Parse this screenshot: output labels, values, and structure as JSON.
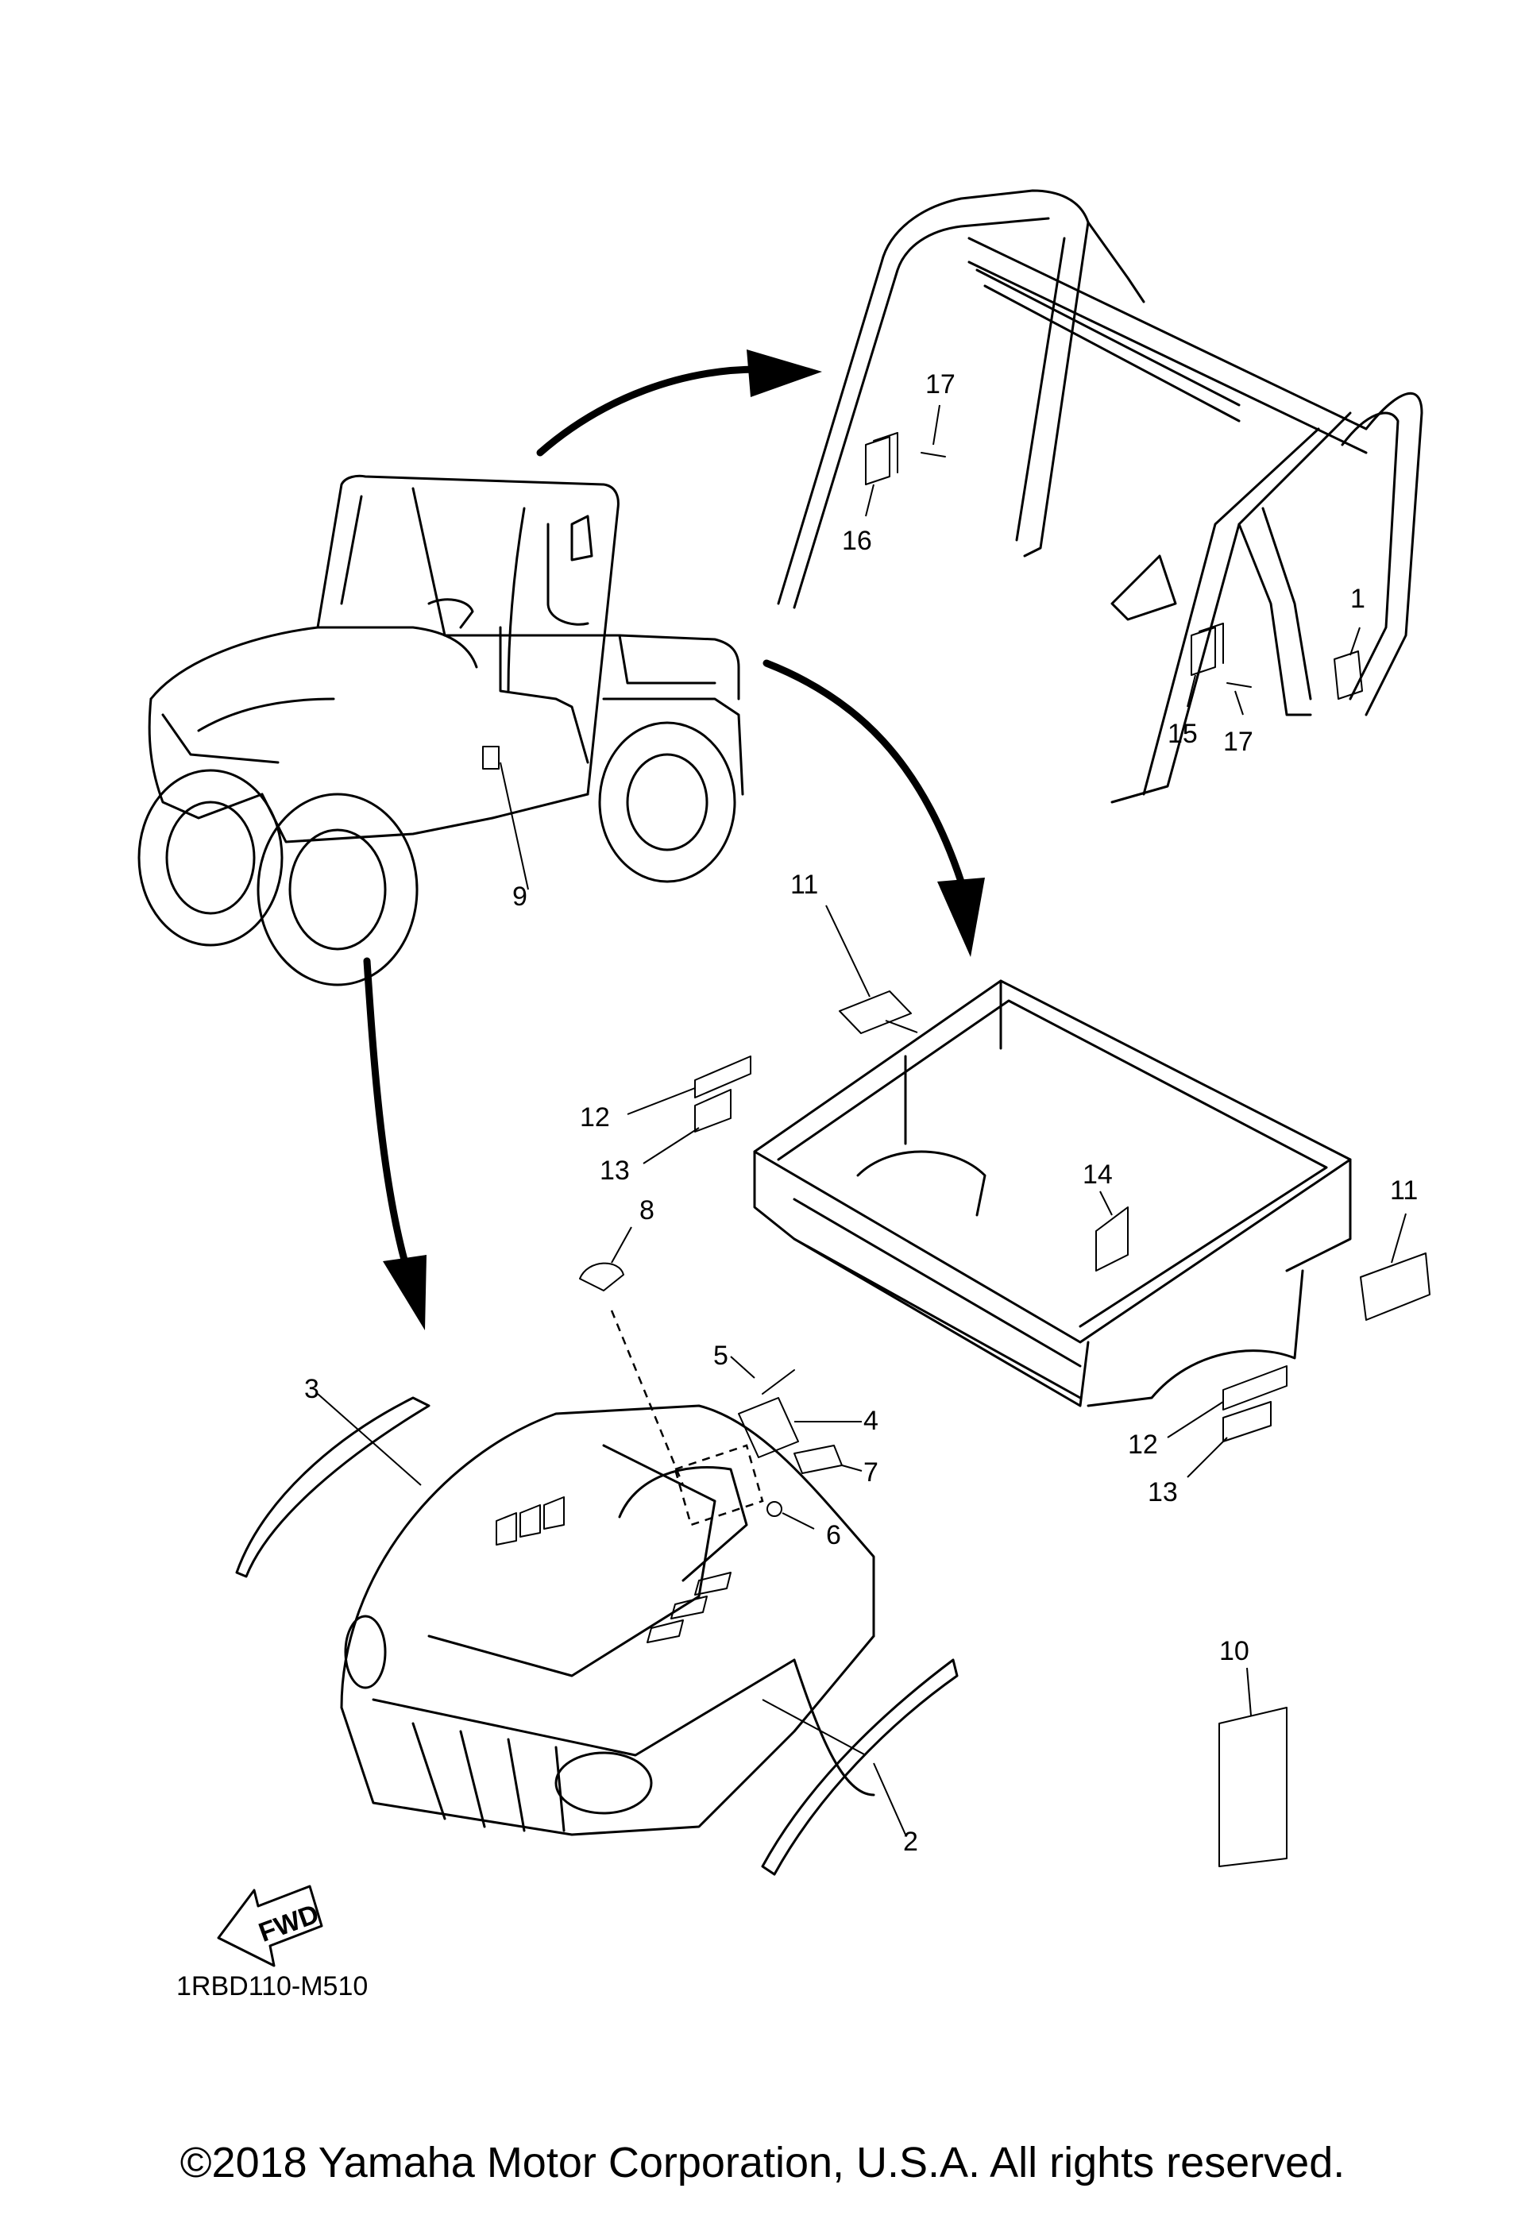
{
  "diagram": {
    "part_code": "1RBD110-M510",
    "fwd_label": "FWD",
    "callouts": [
      "1",
      "2",
      "3",
      "4",
      "5",
      "6",
      "7",
      "8",
      "9",
      "10",
      "11",
      "11",
      "12",
      "12",
      "13",
      "13",
      "14",
      "15",
      "16",
      "17",
      "17"
    ]
  },
  "footer": {
    "copyright": "©2018 Yamaha Motor Corporation, U.S.A. All rights reserved."
  }
}
